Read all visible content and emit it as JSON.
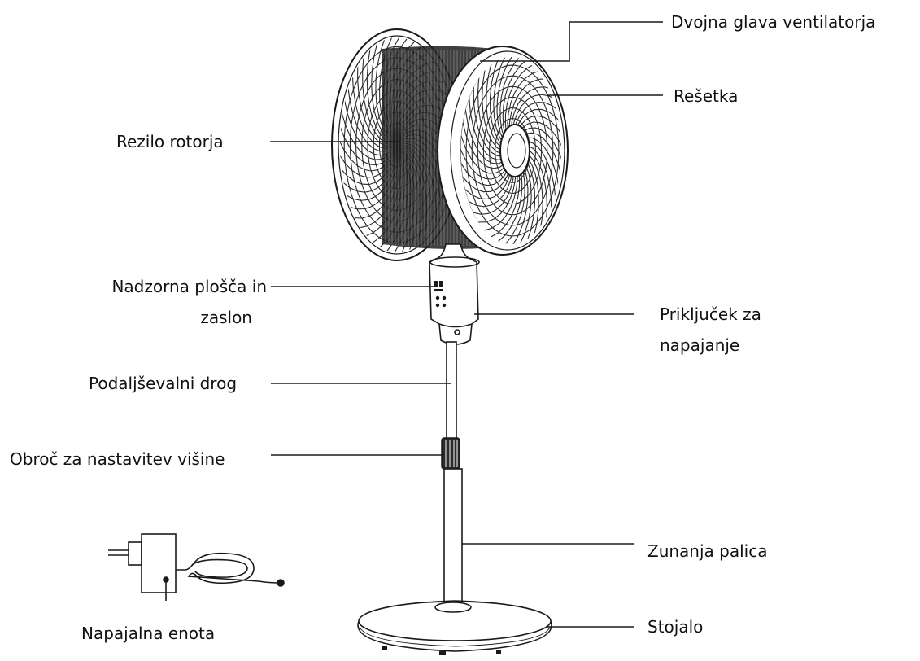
{
  "labels": {
    "dual_fan_head": "Dvojna glava ventilatorja",
    "grille": "Rešetka",
    "rotor_blade": "Rezilo rotorja",
    "control_panel": {
      "line1": "Nadzorna plošča in",
      "line2": "zaslon"
    },
    "power_connector": {
      "line1": "Priključek za",
      "line2": "napajanje"
    },
    "extension_rod": "Podaljševalni drog",
    "height_ring": "Obroč za nastavitev višine",
    "outer_pole": "Zunanja palica",
    "power_unit": "Napajalna enota",
    "stand": "Stojalo"
  },
  "colors": {
    "line": "#1a1a1a",
    "grille": "#2b2b2b",
    "background": "#ffffff"
  }
}
